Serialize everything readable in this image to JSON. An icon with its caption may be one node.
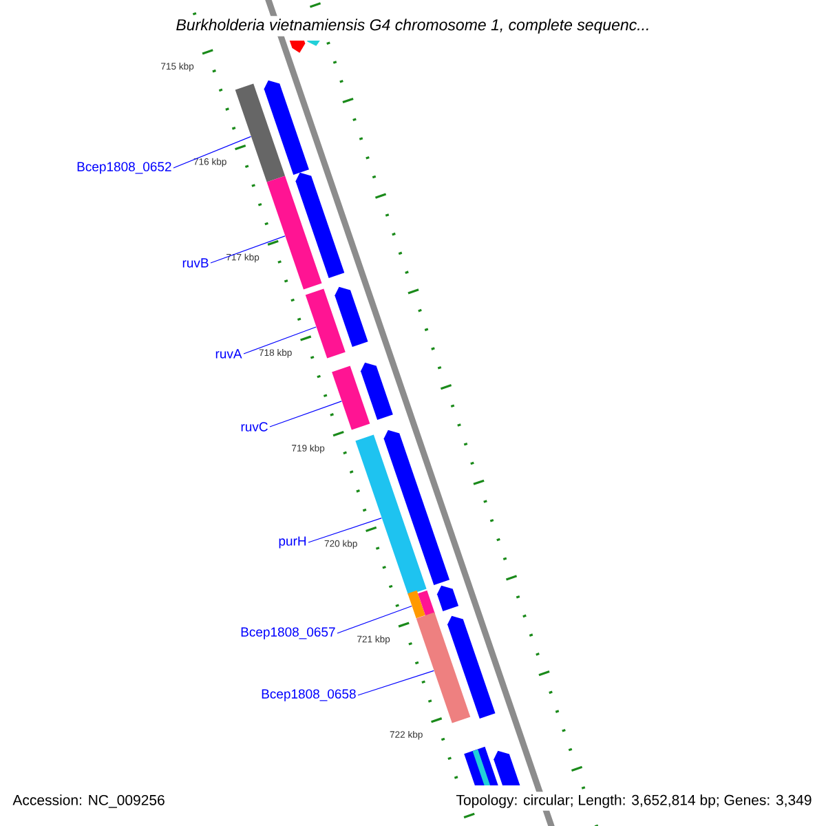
{
  "diagram": {
    "title": "Burkholderia vietnamiensis G4 chromosome 1, complete sequenc...",
    "nodes": [
      {
        "text": [
          "Bcep1808_0652"
        ]
      },
      {
        "text": [
          "ruvB"
        ]
      },
      {
        "text": [
          "ruvA"
        ]
      },
      {
        "text": [
          "ruvC"
        ]
      },
      {
        "text": [
          "purH"
        ]
      },
      {
        "text": [
          "Bcep1808_0657"
        ]
      },
      {
        "text": [
          "Bcep1808_0658"
        ]
      },
      {
        "text": [],
        "shape": "bar"
      },
      {
        "text": [],
        "shape": "bar"
      },
      {
        "text": [],
        "shape": "bar"
      },
      {
        "text": [],
        "shape": "bar"
      },
      {
        "text": [],
        "shape": "bar"
      },
      {
        "text": [],
        "shape": "bar"
      },
      {
        "text": [],
        "shape": "bar"
      },
      {
        "text": [],
        "shape": "bar"
      },
      {
        "text": [],
        "shape": "arrow"
      },
      {
        "text": [],
        "shape": "arrow"
      },
      {
        "text": [],
        "shape": "arrow"
      },
      {
        "text": [],
        "shape": "arrow"
      },
      {
        "text": [],
        "shape": "arrow"
      },
      {
        "text": [],
        "shape": "arrow"
      },
      {
        "text": [],
        "shape": "arrow"
      },
      {
        "text": [],
        "shape": "arrow"
      },
      {
        "text": [],
        "shape": "arrow"
      },
      {
        "text": [],
        "shape": "arrow"
      },
      {
        "text": [],
        "shape": "bar"
      }
    ],
    "edges": [
      {
        "from": 0,
        "to": 7,
        "arrow": "none"
      },
      {
        "from": 1,
        "to": 8,
        "arrow": "none"
      },
      {
        "from": 2,
        "to": 9,
        "arrow": "none"
      },
      {
        "from": 3,
        "to": 10,
        "arrow": "none"
      },
      {
        "from": 4,
        "to": 11,
        "arrow": "none"
      },
      {
        "from": 5,
        "to": 12,
        "arrow": "none"
      },
      {
        "from": 6,
        "to": 14,
        "arrow": "none"
      }
    ],
    "labels": [
      "715 kbp",
      "716 kbp",
      "717 kbp",
      "718 kbp",
      "719 kbp",
      "720 kbp",
      "721 kbp",
      "722 kbp",
      "Accession: NC_009256",
      "Topology: circular; Length: 3,652,814 bp; Genes: 3,349"
    ]
  }
}
